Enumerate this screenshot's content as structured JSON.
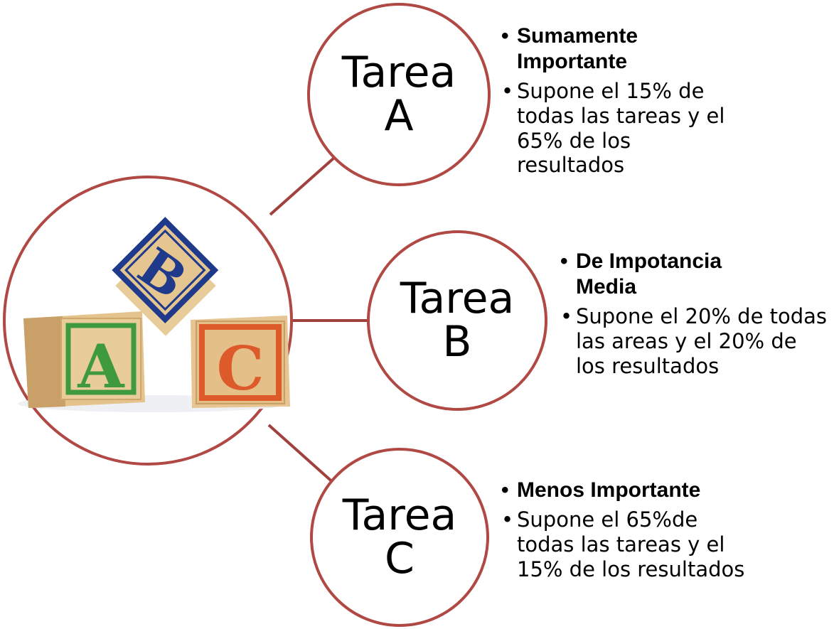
{
  "colors": {
    "circle_stroke": "#b04844",
    "connector": "#a0413d",
    "block_a": "#3f9a3e",
    "block_b": "#1f3a8a",
    "block_c": "#dd5a2a",
    "wood": "#e7c894"
  },
  "center": {
    "image": "abc-blocks-illustration",
    "blocks": [
      {
        "letter": "A"
      },
      {
        "letter": "B"
      },
      {
        "letter": "C"
      }
    ]
  },
  "tasks": [
    {
      "title_line1": "Tarea",
      "title_line2": "A",
      "heading": "Sumamente Importante",
      "description": "Supone el 15% de todas las tareas y el 65% de los resultados"
    },
    {
      "title_line1": "Tarea",
      "title_line2": "B",
      "heading": "De Impotancia Media",
      "description": "Supone el 20% de todas las areas y el 20% de los resultados"
    },
    {
      "title_line1": "Tarea",
      "title_line2": "C",
      "heading": "Menos Importante",
      "description": "Supone el 65%de todas las tareas y el 15% de los resultados"
    }
  ]
}
